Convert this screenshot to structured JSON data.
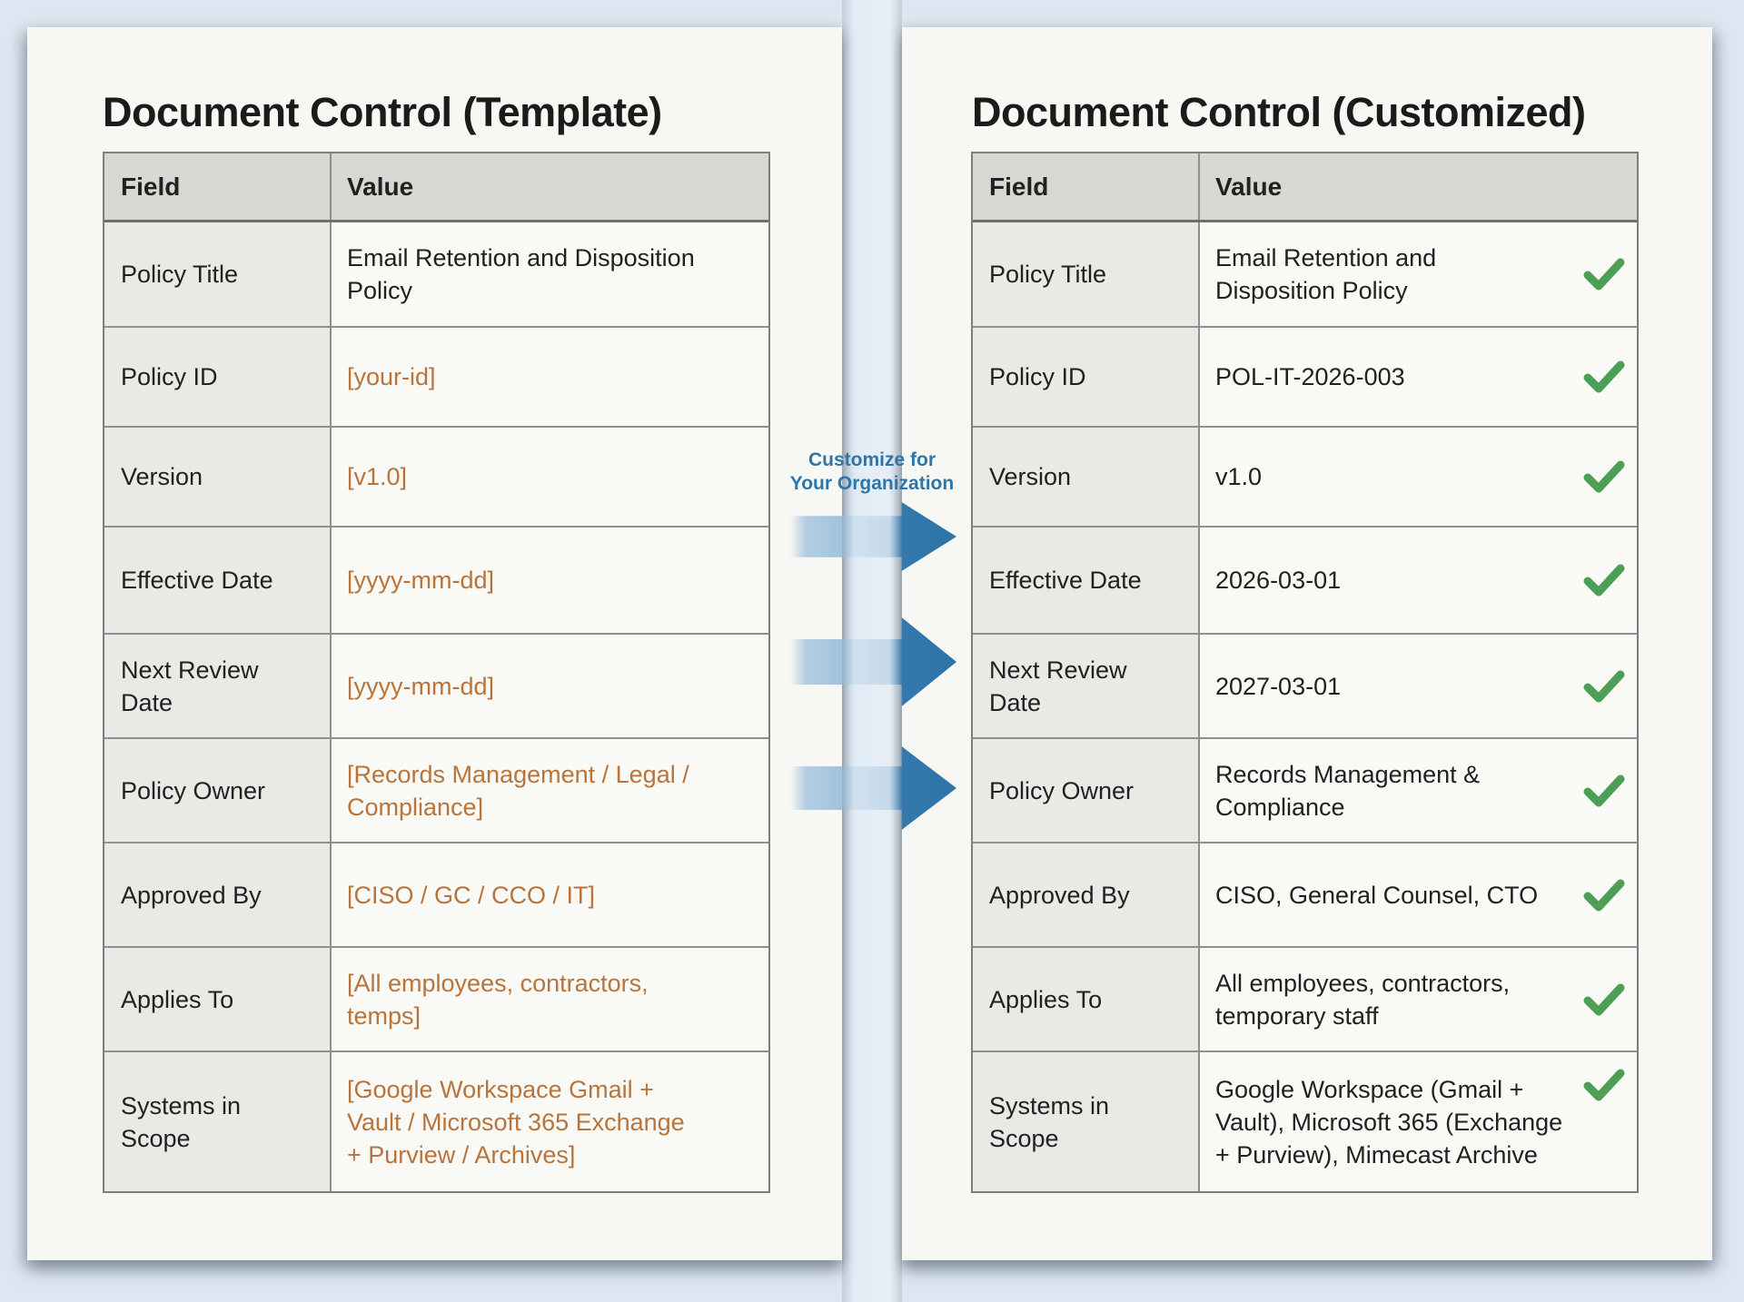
{
  "left_panel": {
    "title": "Document Control (Template)",
    "table": {
      "col_field": "Field",
      "col_value": "Value",
      "rows": [
        {
          "field": "Policy Title",
          "value": "Email Retention and Disposition\nPolicy"
        },
        {
          "field": "Policy ID",
          "value": "[your-id]"
        },
        {
          "field": "Version",
          "value": "[v1.0]"
        },
        {
          "field": "Effective Date",
          "value": "[yyyy-mm-dd]"
        },
        {
          "field": "Next Review\nDate",
          "value": "[yyyy-mm-dd]"
        },
        {
          "field": "Policy Owner",
          "value": "[Records Management / Legal /\nCompliance]"
        },
        {
          "field": "Approved By",
          "value": "[CISO / GC / CCO / IT]"
        },
        {
          "field": "Applies To",
          "value": "[All employees, contractors,\ntemps]"
        },
        {
          "field": "Systems in\nScope",
          "value": "[Google Workspace Gmail +\nVault / Microsoft 365 Exchange\n+ Purview / Archives]"
        }
      ]
    }
  },
  "connector": {
    "label": "Customize for\nYour Organization",
    "arrow_count": 3
  },
  "right_panel": {
    "title": "Document Control (Customized)",
    "table": {
      "col_field": "Field",
      "col_value": "Value",
      "rows": [
        {
          "field": "Policy Title",
          "value": "Email Retention and\nDisposition Policy",
          "checked": true
        },
        {
          "field": "Policy ID",
          "value": "POL-IT-2026-003",
          "checked": true
        },
        {
          "field": "Version",
          "value": "v1.0",
          "checked": true
        },
        {
          "field": "Effective Date",
          "value": "2026-03-01",
          "checked": true
        },
        {
          "field": "Next Review\nDate",
          "value": "2027-03-01",
          "checked": true
        },
        {
          "field": "Policy Owner",
          "value": "Records Management &\nCompliance",
          "checked": true
        },
        {
          "field": "Approved By",
          "value": "CISO, General Counsel, CTO",
          "checked": true
        },
        {
          "field": "Applies To",
          "value": "All employees, contractors,\ntemporary staff",
          "checked": true
        },
        {
          "field": "Systems in\nScope",
          "value": "Google Workspace (Gmail +\nVault), Microsoft 365 (Exchange\n+ Purview), Mimecast Archive",
          "checked": true
        }
      ]
    }
  },
  "colors": {
    "background": "#dce7f1",
    "paper": "#f7f7f4",
    "header_bg": "#d6d8d4",
    "field_cell_bg": "#e9e9e6",
    "value_cell_bg": "#f9f9f6",
    "border_gray": "#8f8f8f",
    "placeholder_orange": "#b9743b",
    "check_green": "#4d9f56",
    "arrow_blue": "#2e73a8",
    "connector_label_blue": "#2d76ab"
  },
  "icons": {
    "check": "green checkmark"
  }
}
